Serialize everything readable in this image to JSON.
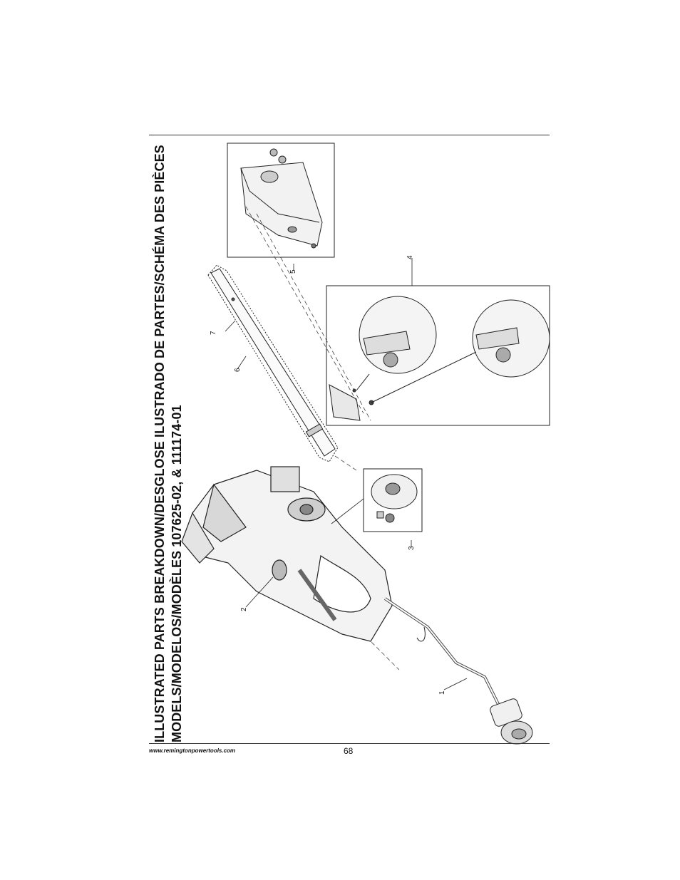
{
  "title": {
    "line1": "ILLUSTRATED PARTS BREAKDOWN/DESGLOSE ILUSTRADO DE PARTES/SCHÉMA DES PIÈCES",
    "line2": "MODELS/MODELOS/MODÈLES 107625-02, & 111174-01"
  },
  "callouts": [
    "1",
    "2",
    "3",
    "4",
    "5",
    "6",
    "7"
  ],
  "footer": {
    "url": "www.remingtonpowertools.com",
    "page_number": "68"
  }
}
